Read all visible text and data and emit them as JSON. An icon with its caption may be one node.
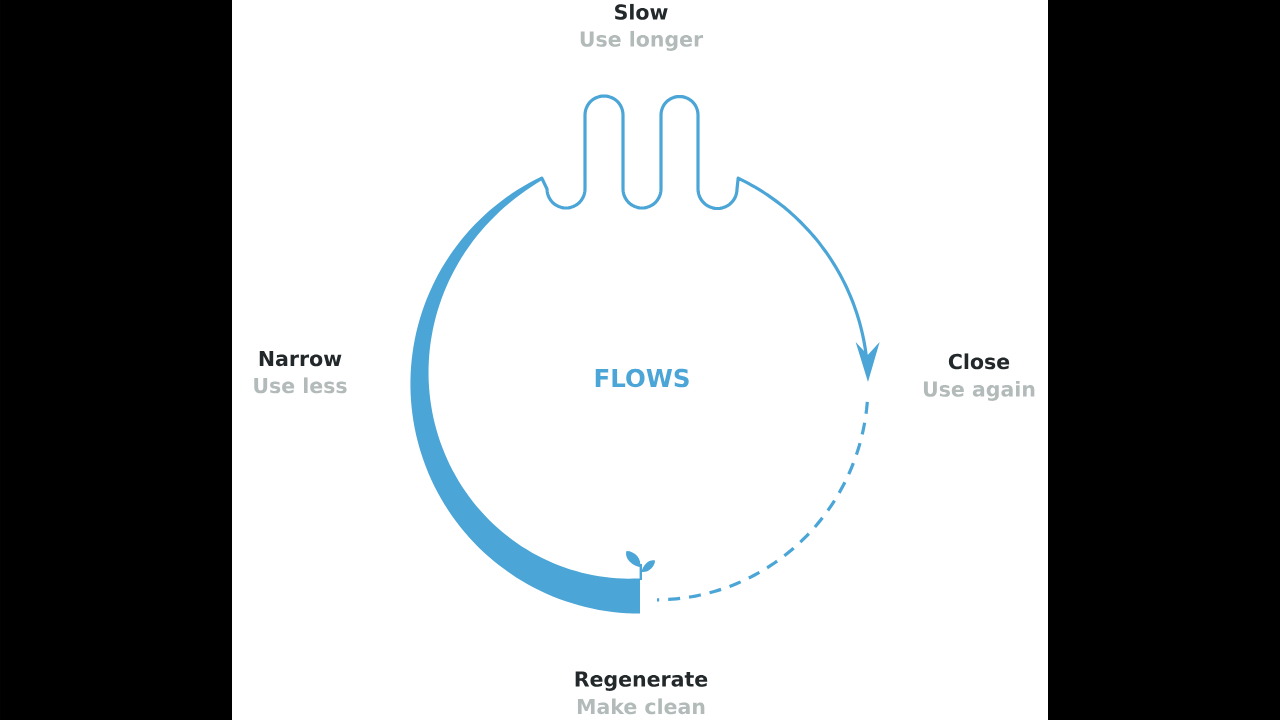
{
  "diagram": {
    "labels": [
      "Slow",
      "Use longer",
      "Narrow",
      "Use less",
      "FLOWS",
      "Close",
      "Use again",
      "Regenerate",
      "Make clean"
    ]
  }
}
